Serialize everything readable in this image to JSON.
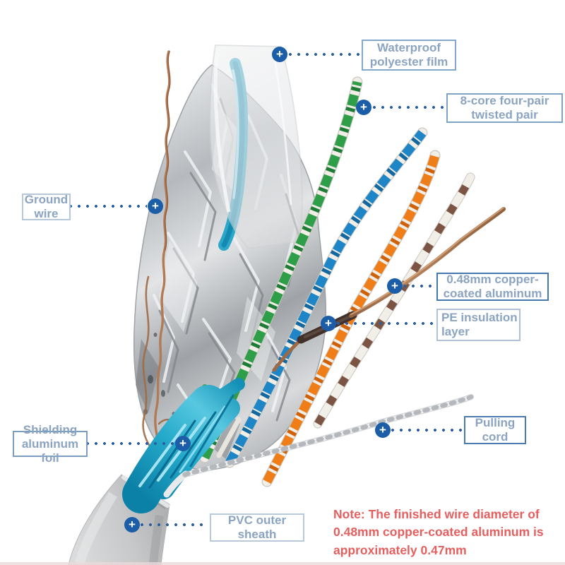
{
  "callouts": [
    {
      "id": "waterproof-polyester-film",
      "text": "Waterproof polyester film"
    },
    {
      "id": "eight-core-twisted-pair",
      "text": "8-core four-pair twisted pair"
    },
    {
      "id": "ground-wire",
      "text": "Ground wire"
    },
    {
      "id": "copper-coated-aluminum",
      "text": "0.48mm copper-coated aluminum"
    },
    {
      "id": "pe-insulation-layer",
      "text": "PE insulation layer"
    },
    {
      "id": "shielding-aluminum-foil",
      "text": "Shielding aluminum foil"
    },
    {
      "id": "pulling-cord",
      "text": "Pulling cord"
    },
    {
      "id": "pvc-outer-sheath",
      "text": "PVC outer sheath"
    }
  ],
  "note": "Note: The finished wire diameter of 0.48mm copper-coated aluminum is approximately 0.47mm",
  "icons": {
    "marker_plus": "+"
  },
  "colors": {
    "callout_text": "#8ba4c2",
    "callout_border_light": "#b7c9da",
    "callout_border_dark": "#4478ae",
    "marker_blue": "#1b5da6",
    "leader_dot_blue": "#2c5f9f",
    "note_red": "#e55f5f"
  },
  "photo": {
    "parts": [
      {
        "name": "pvc-outer-sheath",
        "color": "#c7c8ca"
      },
      {
        "name": "shielding-aluminum-foil",
        "color": "#b6babe"
      },
      {
        "name": "blue-foil",
        "color": "#25aacb"
      },
      {
        "name": "waterproof-polyester-film",
        "color": "#e2e4e6"
      },
      {
        "name": "ground-wire",
        "color": "#b27a55"
      },
      {
        "name": "twisted-pair-green",
        "color": "#2f9e49"
      },
      {
        "name": "twisted-pair-blue",
        "color": "#1e85c6"
      },
      {
        "name": "twisted-pair-orange",
        "color": "#ef7d18"
      },
      {
        "name": "twisted-pair-brown",
        "color": "#7b5444"
      },
      {
        "name": "copper-coated-aluminum-wire",
        "color": "#b5835c"
      },
      {
        "name": "pe-insulation-layer",
        "color": "#42312a"
      },
      {
        "name": "pulling-cord",
        "color": "#edeeef"
      }
    ]
  }
}
